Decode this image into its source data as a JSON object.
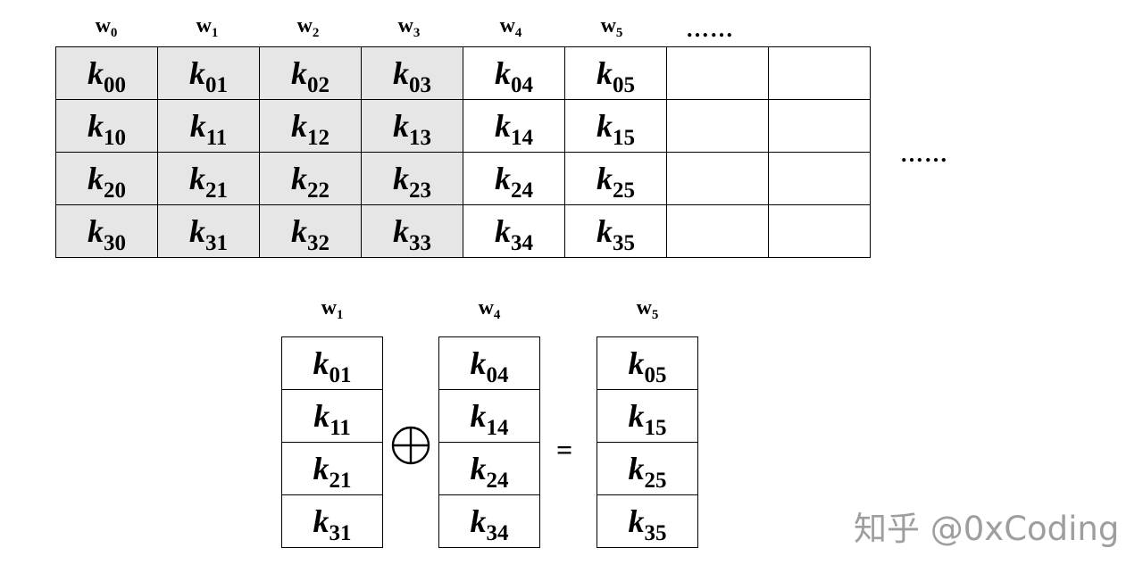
{
  "top": {
    "headers": [
      {
        "base": "w",
        "sub": "0"
      },
      {
        "base": "w",
        "sub": "1"
      },
      {
        "base": "w",
        "sub": "2"
      },
      {
        "base": "w",
        "sub": "3"
      },
      {
        "base": "w",
        "sub": "4"
      },
      {
        "base": "w",
        "sub": "5"
      }
    ],
    "header_ellipsis": "……",
    "right_ellipsis": "……",
    "rows": [
      [
        {
          "base": "k",
          "sub": "00"
        },
        {
          "base": "k",
          "sub": "01"
        },
        {
          "base": "k",
          "sub": "02"
        },
        {
          "base": "k",
          "sub": "03"
        },
        {
          "base": "k",
          "sub": "04"
        },
        {
          "base": "k",
          "sub": "05"
        }
      ],
      [
        {
          "base": "k",
          "sub": "10"
        },
        {
          "base": "k",
          "sub": "11"
        },
        {
          "base": "k",
          "sub": "12"
        },
        {
          "base": "k",
          "sub": "13"
        },
        {
          "base": "k",
          "sub": "14"
        },
        {
          "base": "k",
          "sub": "15"
        }
      ],
      [
        {
          "base": "k",
          "sub": "20"
        },
        {
          "base": "k",
          "sub": "21"
        },
        {
          "base": "k",
          "sub": "22"
        },
        {
          "base": "k",
          "sub": "23"
        },
        {
          "base": "k",
          "sub": "24"
        },
        {
          "base": "k",
          "sub": "25"
        }
      ],
      [
        {
          "base": "k",
          "sub": "30"
        },
        {
          "base": "k",
          "sub": "31"
        },
        {
          "base": "k",
          "sub": "32"
        },
        {
          "base": "k",
          "sub": "33"
        },
        {
          "base": "k",
          "sub": "34"
        },
        {
          "base": "k",
          "sub": "35"
        }
      ]
    ],
    "total_columns": 8,
    "shaded_columns": 4,
    "shade_color": "#e6e6e6"
  },
  "bottom": {
    "columns": [
      {
        "header": {
          "base": "w",
          "sub": "1"
        },
        "cells": [
          {
            "base": "k",
            "sub": "01"
          },
          {
            "base": "k",
            "sub": "11"
          },
          {
            "base": "k",
            "sub": "21"
          },
          {
            "base": "k",
            "sub": "31"
          }
        ]
      },
      {
        "header": {
          "base": "w",
          "sub": "4"
        },
        "cells": [
          {
            "base": "k",
            "sub": "04"
          },
          {
            "base": "k",
            "sub": "14"
          },
          {
            "base": "k",
            "sub": "24"
          },
          {
            "base": "k",
            "sub": "34"
          }
        ]
      },
      {
        "header": {
          "base": "w",
          "sub": "5"
        },
        "cells": [
          {
            "base": "k",
            "sub": "05"
          },
          {
            "base": "k",
            "sub": "15"
          },
          {
            "base": "k",
            "sub": "25"
          },
          {
            "base": "k",
            "sub": "35"
          }
        ]
      }
    ],
    "xor_symbol": "⊕",
    "equals_symbol": "="
  },
  "watermark": "知乎 @0xCoding"
}
